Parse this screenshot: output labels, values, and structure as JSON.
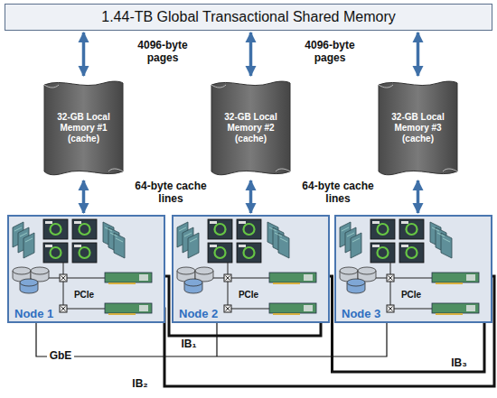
{
  "diagram": {
    "nodes": [
      {
        "text": [
          "1.44-TB Global Transactional Shared Memory"
        ]
      },
      {
        "text": [
          "32-GB Local Memory #1 (cache)"
        ]
      },
      {
        "text": [
          "32-GB Local Memory #2 (cache)"
        ]
      },
      {
        "text": [
          "32-GB Local Memory #3 (cache)"
        ]
      },
      {
        "text": [
          "Node 1"
        ]
      },
      {
        "text": [
          "Node 2"
        ]
      },
      {
        "text": [
          "Node 3"
        ]
      }
    ],
    "edges": [
      {
        "from": 0,
        "to": 1,
        "arrow": "both"
      },
      {
        "from": 0,
        "to": 2,
        "arrow": "both"
      },
      {
        "from": 0,
        "to": 3,
        "arrow": "both"
      },
      {
        "from": 1,
        "to": 4,
        "arrow": "both"
      },
      {
        "from": 2,
        "to": 5,
        "arrow": "both"
      },
      {
        "from": 3,
        "to": 6,
        "arrow": "both"
      }
    ],
    "labels": [
      "4096-byte pages",
      "4096-byte pages",
      "64-byte cache lines",
      "64-byte cache lines",
      "PCIe",
      "PCIe",
      "PCIe",
      "GbE",
      "IB₁",
      "IB₂",
      "IB₃"
    ]
  }
}
